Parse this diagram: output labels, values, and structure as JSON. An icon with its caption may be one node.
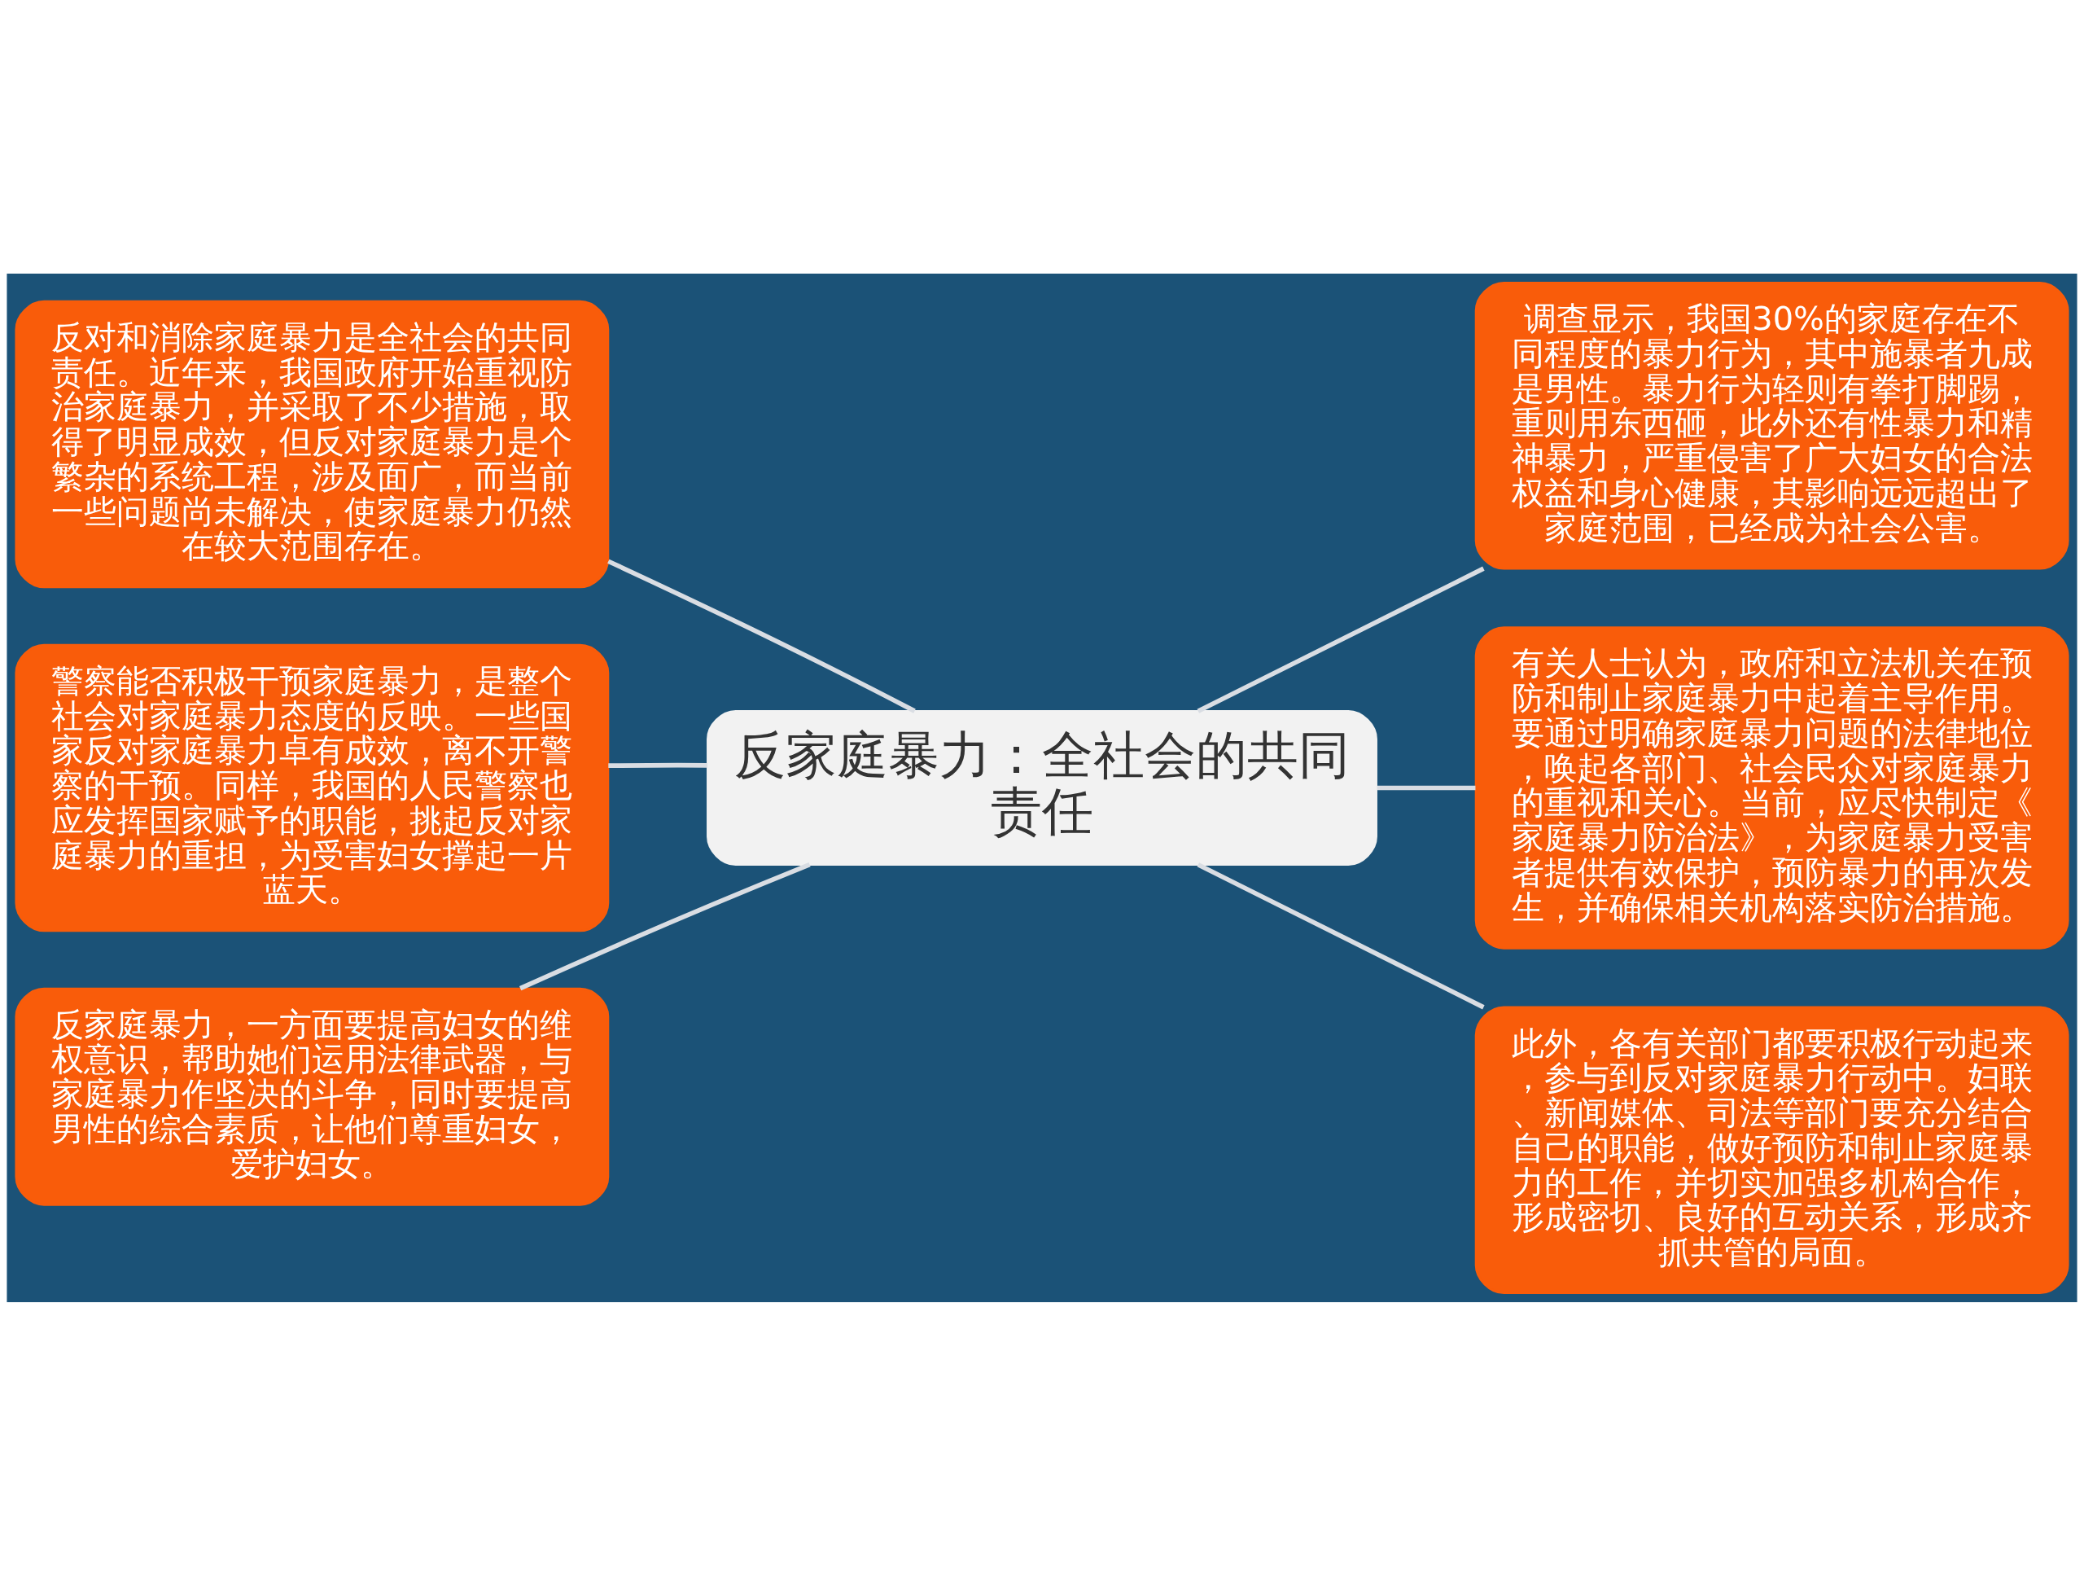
{
  "diagram": {
    "nodes": [
      {
        "text": [
          "反家庭暴力：全社会的共同责任"
        ]
      },
      {
        "text": [
          "反对和消除家庭暴力是全社会的共同责任。近年来，我国政府开始重视防治家庭暴力，并采取了不少措施，取得了明显成效，但反对家庭暴力是个繁杂的系统工程，涉及面广，而当前一些问题尚未解决，使家庭暴力仍然在较大范围存在。"
        ]
      },
      {
        "text": [
          "警察能否积极干预家庭暴力，是整个社会对家庭暴力态度的反映。一些国家反对家庭暴力卓有成效，离不开警察的干预。同样，我国的人民警察也应发挥国家赋予的职能，挑起反对家庭暴力的重担，为受害妇女撑起一片蓝天。"
        ]
      },
      {
        "text": [
          "反家庭暴力，一方面要提高妇女的维权意识，帮助她们运用法律武器，与家庭暴力作坚决的斗争，同时要提高男性的综合素质，让他们尊重妇女，爱护妇女。"
        ]
      },
      {
        "text": [
          "调查显示，我国30%的家庭存在不同程度的暴力行为，其中施暴者九成是男性。暴力行为轻则有拳打脚踢，重则用东西砸，此外还有性暴力和精神暴力，严重侵害了广大妇女的合法权益和身心健康，其影响远远超出了家庭范围，已经成为社会公害。"
        ]
      },
      {
        "text": [
          "有关人士认为，政府和立法机关在预防和制止家庭暴力中起着主导作用。要通过明确家庭暴力问题的法律地位，唤起各部门、社会民众对家庭暴力的重视和关心。当前，应尽快制定《家庭暴力防治法》，为家庭暴力受害者提供有效保护，预防暴力的再次发生，并确保相关机构落实防治措施。"
        ]
      },
      {
        "text": [
          "此外，各有关部门都要积极行动起来，参与到反对家庭暴力行动中。妇联、新闻媒体、司法等部门要充分结合自己的职能，做好预防和制止家庭暴力的工作，并切实加强多机构合作，形成密切、良好的互动关系，形成齐抓共管的局面。"
        ]
      }
    ],
    "edges": [
      {
        "from": 0,
        "to": 1,
        "arrow": "none"
      },
      {
        "from": 0,
        "to": 2,
        "arrow": "none"
      },
      {
        "from": 0,
        "to": 3,
        "arrow": "none"
      },
      {
        "from": 0,
        "to": 4,
        "arrow": "none"
      },
      {
        "from": 0,
        "to": 5,
        "arrow": "none"
      },
      {
        "from": 0,
        "to": 6,
        "arrow": "none"
      }
    ]
  }
}
